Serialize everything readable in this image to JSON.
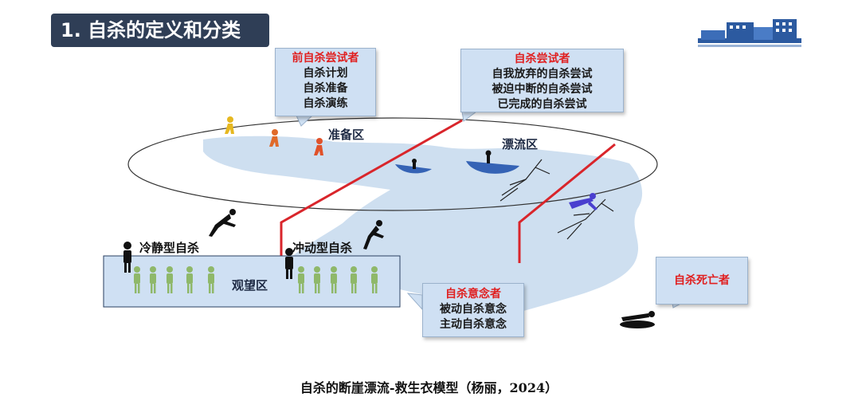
{
  "header": {
    "title": "1. 自杀的定义和分类"
  },
  "callouts": {
    "pre_attempter": {
      "heading": "前自杀尝试者",
      "items": [
        "自杀计划",
        "自杀准备",
        "自杀演练"
      ]
    },
    "attempter": {
      "heading": "自杀尝试者",
      "items": [
        "自我放弃的自杀尝试",
        "被迫中断的自杀尝试",
        "已完成的自杀尝试"
      ]
    },
    "ideator": {
      "heading": "自杀意念者",
      "items": [
        "被动自杀意念",
        "主动自杀意念"
      ]
    },
    "death": {
      "heading": "自杀死亡者"
    }
  },
  "zones": {
    "prep": "准备区",
    "drift": "漂流区",
    "watch": "观望区"
  },
  "types": {
    "calm": "冷静型自杀",
    "impulsive": "冲动型自杀"
  },
  "caption": "自杀的断崖漂流-救生衣模型（杨丽，2024）",
  "colors": {
    "title_bg": "#2f3e56",
    "callout_bg": "#cfe0f3",
    "heading_red": "#e02020",
    "boundary_red": "#d9252b",
    "river": "#c9dcee",
    "person_green": "#8fb86a"
  }
}
